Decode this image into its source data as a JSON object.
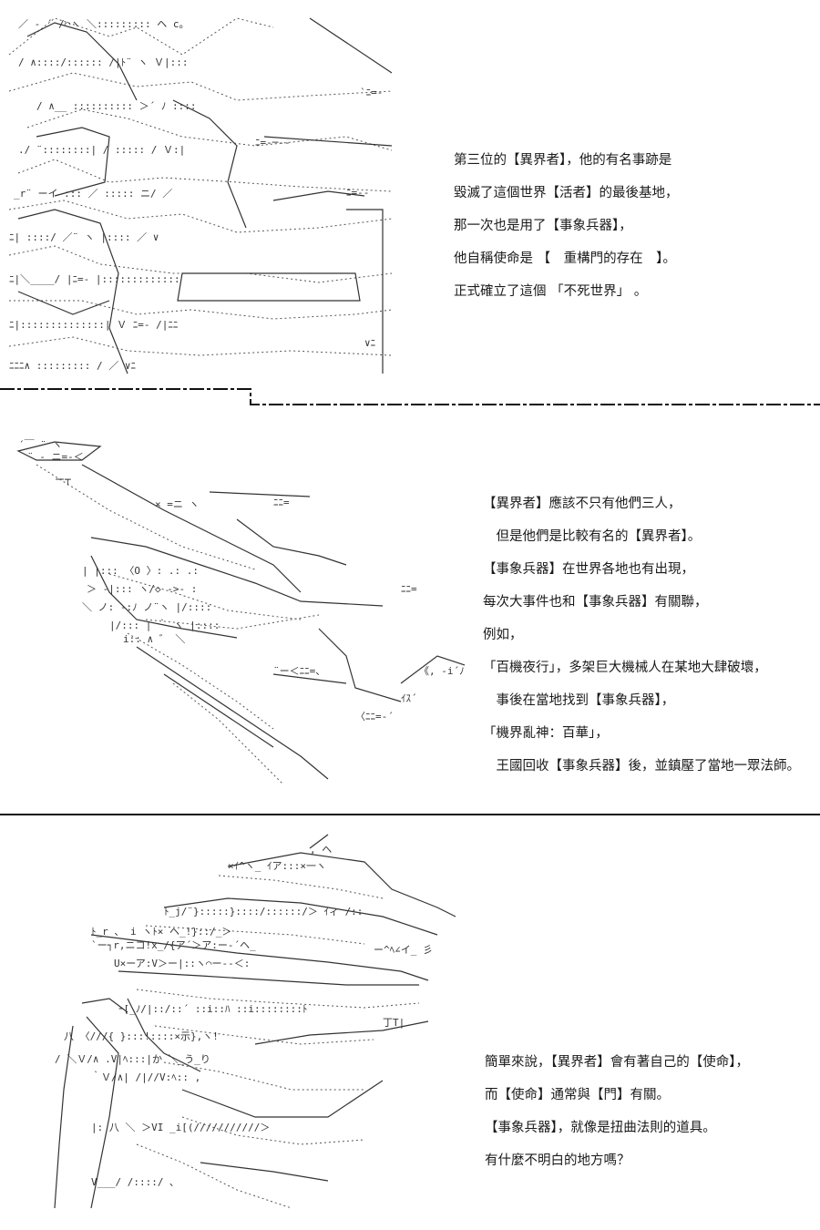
{
  "panels": [
    {
      "lines": [
        "第三位的【異界者】，他的有名事跡是",
        "毀滅了這個世界【活者】的最後基地，",
        "那一次也是用了【事象兵器】，",
        "他自稱使命是 【　重構門的存在　】。",
        " 正式確立了這個 「不死世界」 。"
      ]
    },
    {
      "lines": [
        "【異界者】應該不只有他們三人，",
        "　但是他們是比較有名的【異界者】。",
        " 【事象兵器】在世界各地也有出現，",
        " 每次大事件也和【事象兵器】有關聯，",
        " 例如，",
        " 「百機夜行」，多架巨大機械人在某地大肆破壞，",
        "　事後在當地找到【事象兵器】，",
        "「機界亂神：百華」，",
        "　王國回收【事象兵器】後，並鎮壓了當地一眾法師。"
      ]
    },
    {
      "lines": [
        "簡單來說，【異界者】會有著自己的【使命】，",
        "而【使命】通常與【門】有關。",
        "【事象兵器】，就像是扭曲法則的道具。",
        " 有什麼不明白的地方嗎？"
      ]
    }
  ]
}
